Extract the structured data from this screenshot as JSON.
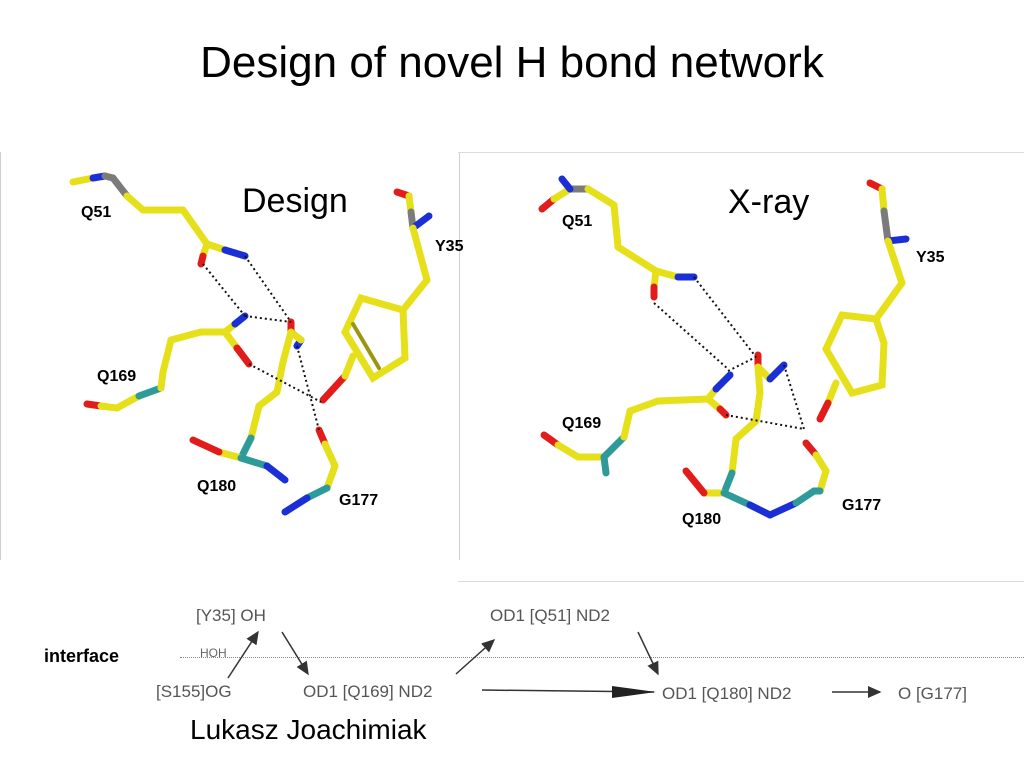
{
  "title": "Design of novel H bond network",
  "panels": {
    "design": {
      "title": "Design",
      "labels": {
        "q51": "Q51",
        "y35": "Y35",
        "q169": "Q169",
        "q180": "Q180",
        "g177": "G177"
      }
    },
    "xray": {
      "title": "X-ray",
      "labels": {
        "q51": "Q51",
        "y35": "Y35",
        "q169": "Q169",
        "q180": "Q180",
        "g177": "G177"
      }
    }
  },
  "network": {
    "nodes": {
      "y35": "[Y35] OH",
      "s155": "[S155]OG",
      "q169": "OD1 [Q169] ND2",
      "q51": "OD1 [Q51] ND2",
      "q180": "OD1 [Q180] ND2",
      "g177": "O [G177]"
    },
    "hoh": "HOH",
    "interface_label": "interface"
  },
  "author": "Lukasz Joachimiak",
  "colors": {
    "carbon": "#e6e01a",
    "nitrogen": "#1a2fd6",
    "oxygen": "#e21b1b",
    "teal": "#2e9a9a",
    "gray": "#7b7b7b"
  }
}
